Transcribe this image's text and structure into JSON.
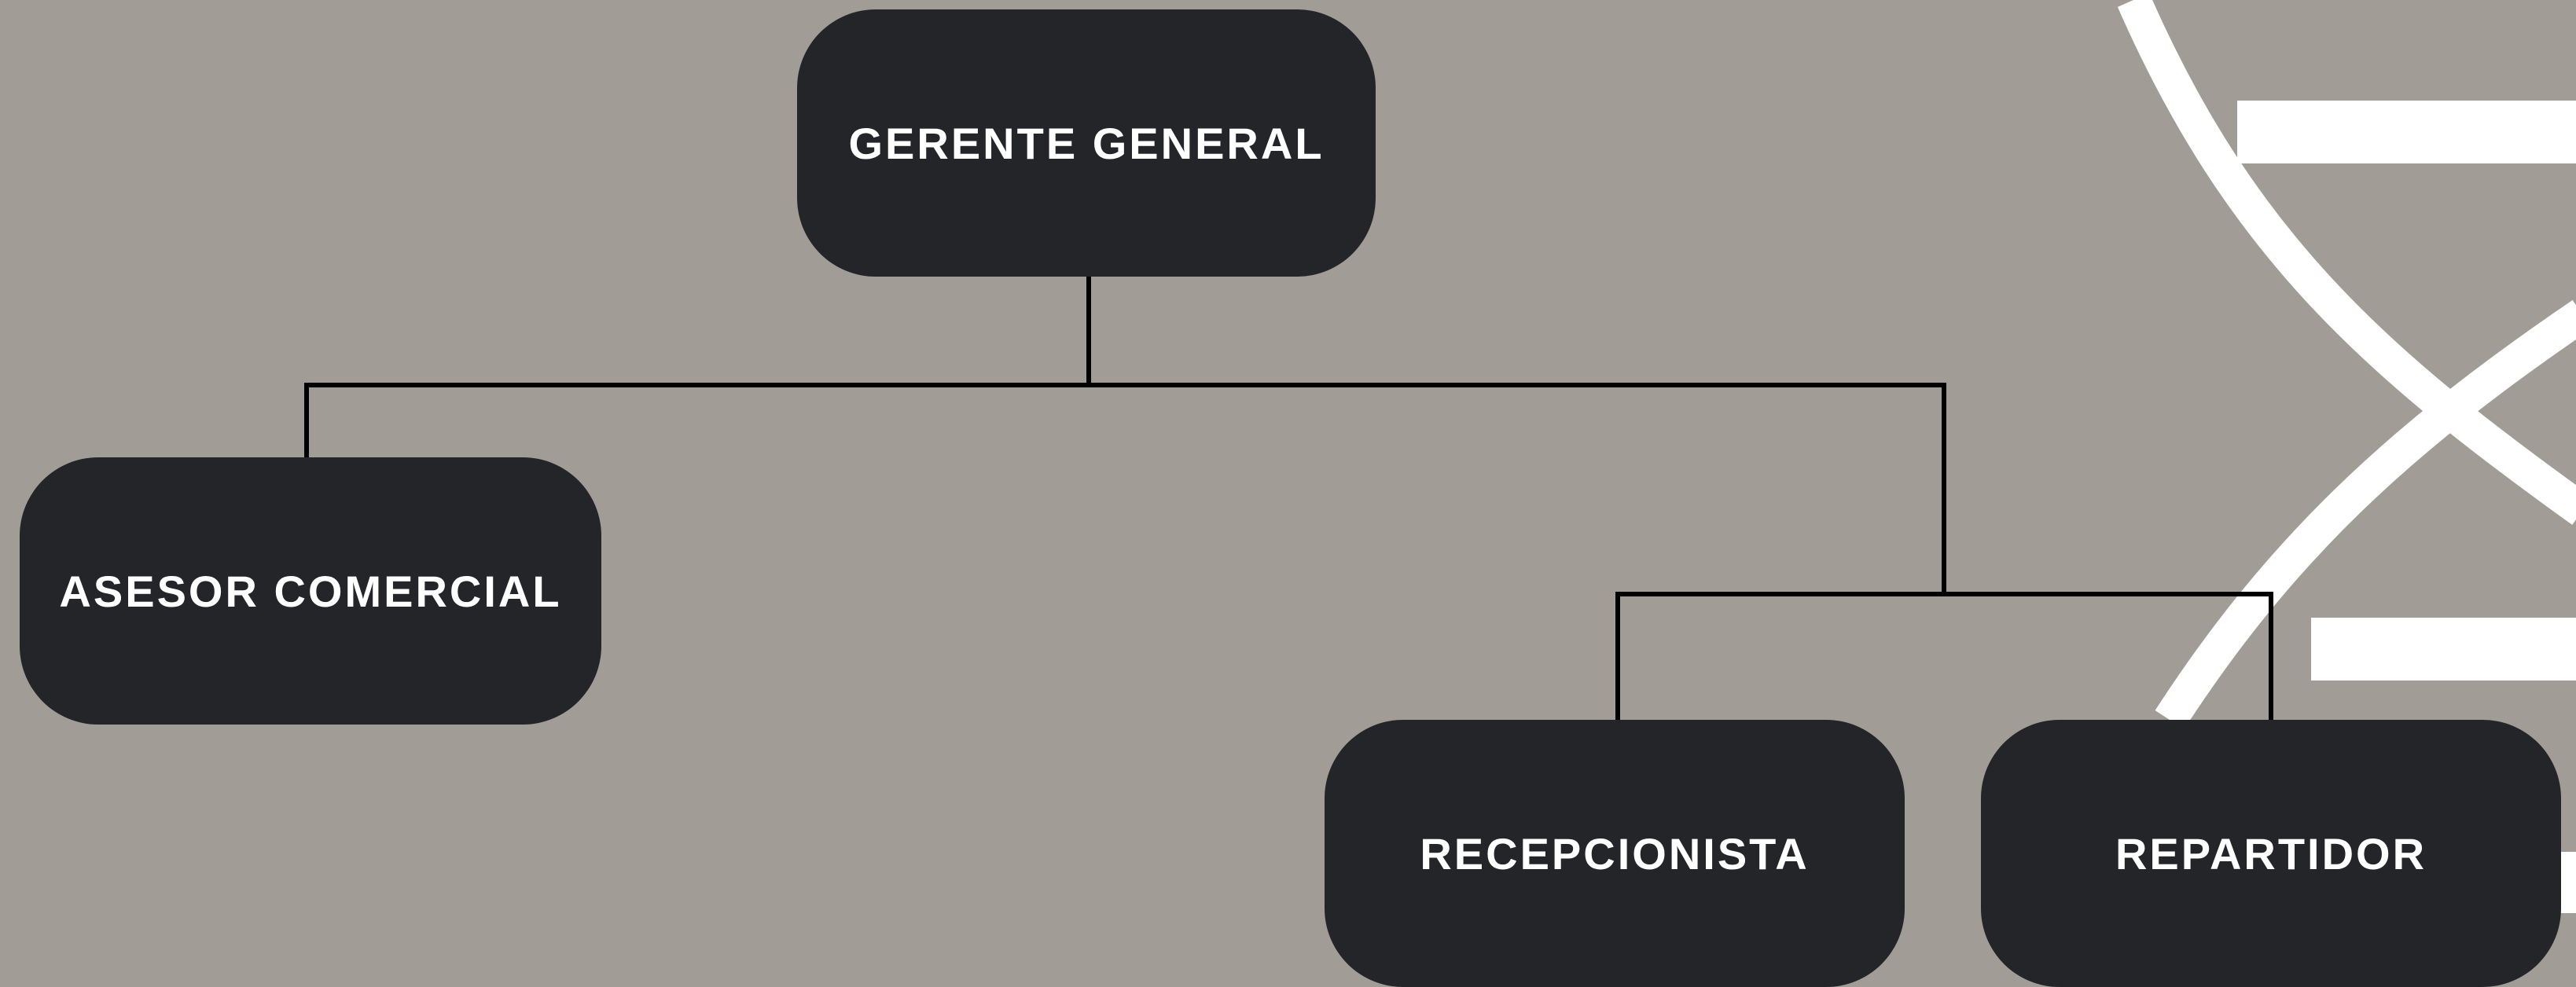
{
  "org_chart": {
    "nodes": {
      "gerente": {
        "label": "GERENTE GENERAL"
      },
      "asesor": {
        "label": "ASESOR COMERCIAL"
      },
      "recepcionista": {
        "label": "RECEPCIONISTA"
      },
      "repartidor": {
        "label": "REPARTIDOR"
      }
    },
    "edges": [
      {
        "from": "GERENTE GENERAL",
        "to": "ASESOR COMERCIAL"
      },
      {
        "from": "GERENTE GENERAL",
        "to": "RECEPCIONISTA"
      },
      {
        "from": "GERENTE GENERAL",
        "to": "REPARTIDOR"
      }
    ]
  },
  "colors": {
    "background": "#a19c95",
    "node_fill": "#242529",
    "node_text": "#ffffff",
    "connector": "#000000",
    "decoration": "#ffffff"
  }
}
